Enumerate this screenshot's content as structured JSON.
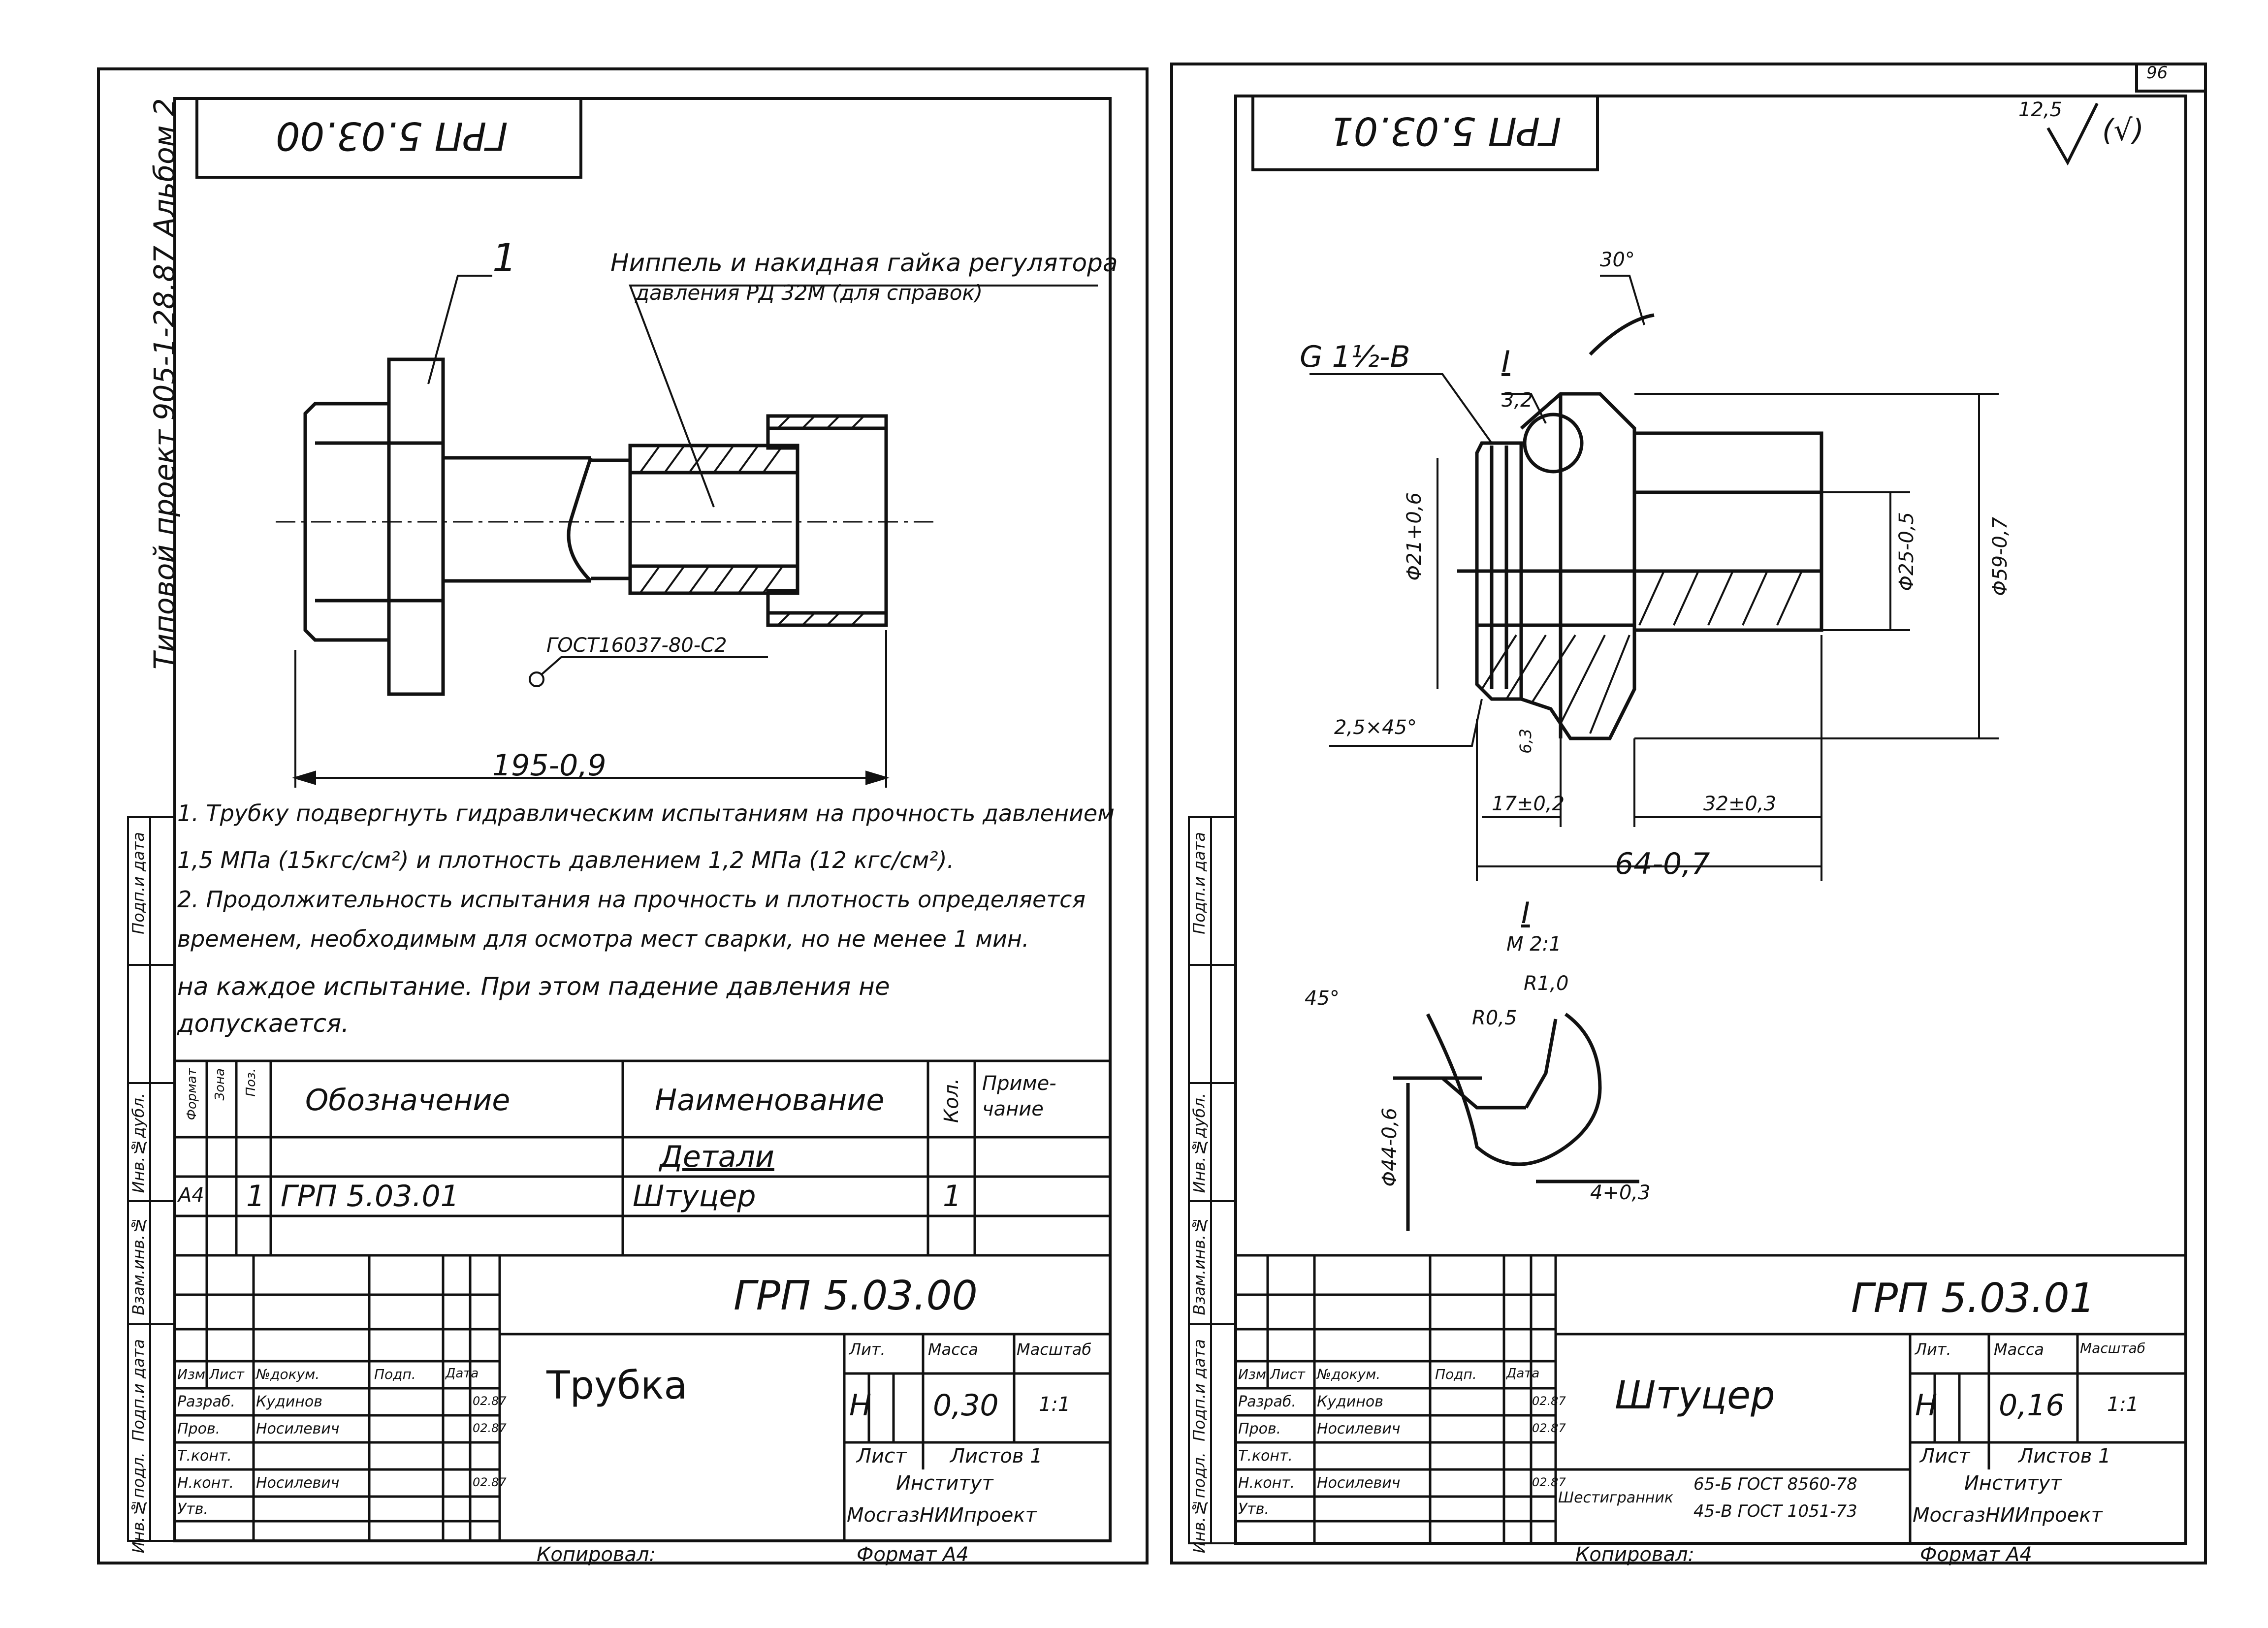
{
  "corner_page_number": "96",
  "project_vertical": "Типовой проект 905-1-28.87 Альбом 2",
  "margin_fields_left": [
    "Инв.№подл.",
    "Подп.и дата",
    "Взам.инв.№",
    "Инв.№дубл.",
    "Подп.и дата"
  ],
  "margin_fields_right": [
    "Инв.№подл.",
    "Подп.и дата",
    "Взам.инв.№",
    "Инв.№дубл.",
    "Подп.и дата"
  ],
  "left_sheet": {
    "top_code_mirrored": "ГРП 5.03.00",
    "callout_1": "1",
    "callout_note_line1": "Ниппель и накидная гайка регулятора",
    "callout_note_line2": "давления РД 32М (для справок)",
    "weld_note": "ГОСТ16037-80-С2",
    "dim_length": "195-0,9",
    "notes": [
      "1. Трубку подвергнуть гидравлическим испытаниям на прочность давлением",
      "1,5 МПа (15кгс/см²) и плотность давлением 1,2 МПа (12 кгс/см²).",
      "2. Продолжительность испытания на прочность и плотность определяется",
      "временем, необходимым для осмотра мест сварки, но не менее 1 мин.",
      "на каждое испытание. При этом падение давления не",
      "допускается."
    ],
    "spec_headers": {
      "format": "Формат",
      "zone": "Зона",
      "pos": "Поз.",
      "designation": "Обозначение",
      "name": "Наименование",
      "qty": "Кол.",
      "note": "Приме-чание"
    },
    "spec_section": "Детали",
    "spec_rows": [
      {
        "format": "А4",
        "pos": "1",
        "designation": "ГРП 5.03.01",
        "name": "Штуцер",
        "qty": "1"
      }
    ],
    "title_code": "ГРП 5.03.00",
    "title_name": "Трубка",
    "stamp_roles": [
      "Изм.",
      "Лист",
      "№докум.",
      "Подп.",
      "Дата"
    ],
    "stamp_people": [
      {
        "role": "Разраб.",
        "name": "Кудинов",
        "date": "02.87"
      },
      {
        "role": "Пров.",
        "name": "Носилевич",
        "date": "02.87"
      },
      {
        "role": "Т.конт.",
        "name": "",
        "date": ""
      },
      {
        "role": "Н.конт.",
        "name": "Носилевич",
        "date": "02.87"
      },
      {
        "role": "Утв.",
        "name": "",
        "date": ""
      }
    ],
    "lit_label": "Лит.",
    "mass_label": "Масса",
    "scale_label": "Масштаб",
    "lit": "Н",
    "mass": "0,30",
    "scale": "1:1",
    "sheet_label": "Лист",
    "sheets_label": "Листов 1",
    "org_line1": "Институт",
    "org_line2": "МосгазНИИпроект",
    "copied": "Копировал:",
    "format": "Формат А4"
  },
  "right_sheet": {
    "top_code_mirrored": "ГРП 5.03.01",
    "roughness": "12,5",
    "roughness_suffix": "(√)",
    "thread": "G 1½-В",
    "detail_mark": "I",
    "chamfer_angle": "30°",
    "roughness_3_2": "3,2",
    "dim_d21": "Φ21+0,6",
    "dim_d25": "Φ25-0,5",
    "dim_d59": "Φ59-0,7",
    "chamfer": "2,5×45°",
    "roughness_6_3": "6,3",
    "dim_17": "17±0,2",
    "dim_32": "32±0,3",
    "dim_64": "64-0,7",
    "detail_title": "I",
    "detail_scale": "М 2:1",
    "detail_angle": "45°",
    "detail_r10": "R1,0",
    "detail_r05": "R0,5",
    "detail_d44": "Φ44-0,6",
    "detail_dim_4": "4+0,3",
    "title_code": "ГРП 5.03.01",
    "title_name": "Штуцер",
    "stamp_roles": [
      "Изм.",
      "Лист",
      "№докум.",
      "Подп.",
      "Дата"
    ],
    "stamp_people": [
      {
        "role": "Разраб.",
        "name": "Кудинов",
        "date": "02.87"
      },
      {
        "role": "Пров.",
        "name": "Носилевич",
        "date": "02.87"
      },
      {
        "role": "Т.конт.",
        "name": "",
        "date": ""
      },
      {
        "role": "Н.конт.",
        "name": "Носилевич",
        "date": "02.87"
      },
      {
        "role": "Утв.",
        "name": "",
        "date": ""
      }
    ],
    "lit_label": "Лит.",
    "mass_label": "Масса",
    "scale_label": "Масштаб",
    "lit": "Н",
    "mass": "0,16",
    "scale": "1:1",
    "sheet_label": "Лист",
    "sheets_label": "Листов 1",
    "material_label": "Шестигранник",
    "material_line1": "65-Б ГОСТ 8560-78",
    "material_line2": "45-В ГОСТ 1051-73",
    "org_line1": "Институт",
    "org_line2": "МосгазНИИпроект",
    "copied": "Копировал:",
    "format": "Формат А4"
  }
}
